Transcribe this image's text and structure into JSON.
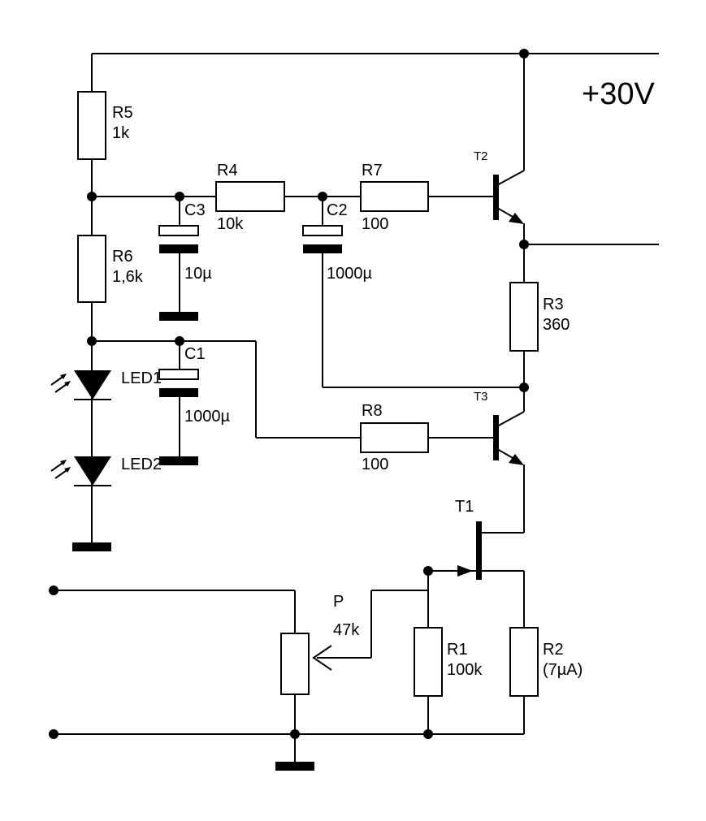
{
  "supply_label": "+30V",
  "components": {
    "R5": {
      "name": "R5",
      "value": "1k"
    },
    "R6": {
      "name": "R6",
      "value": "1,6k"
    },
    "R4": {
      "name": "R4",
      "value": "10k"
    },
    "R7": {
      "name": "R7",
      "value": "100"
    },
    "R3": {
      "name": "R3",
      "value": "360"
    },
    "R8": {
      "name": "R8",
      "value": "100"
    },
    "R1": {
      "name": "R1",
      "value": "100k"
    },
    "R2": {
      "name": "R2",
      "value": "(7µA)"
    },
    "C3": {
      "name": "C3",
      "value": "10µ"
    },
    "C2": {
      "name": "C2",
      "value": "1000µ"
    },
    "C1": {
      "name": "C1",
      "value": "1000µ"
    },
    "LED1": {
      "name": "LED1"
    },
    "LED2": {
      "name": "LED2"
    },
    "T1": {
      "name": "T1"
    },
    "T2": {
      "name": "T2"
    },
    "T3": {
      "name": "T3"
    },
    "P": {
      "name": "P",
      "value": "47k"
    }
  }
}
